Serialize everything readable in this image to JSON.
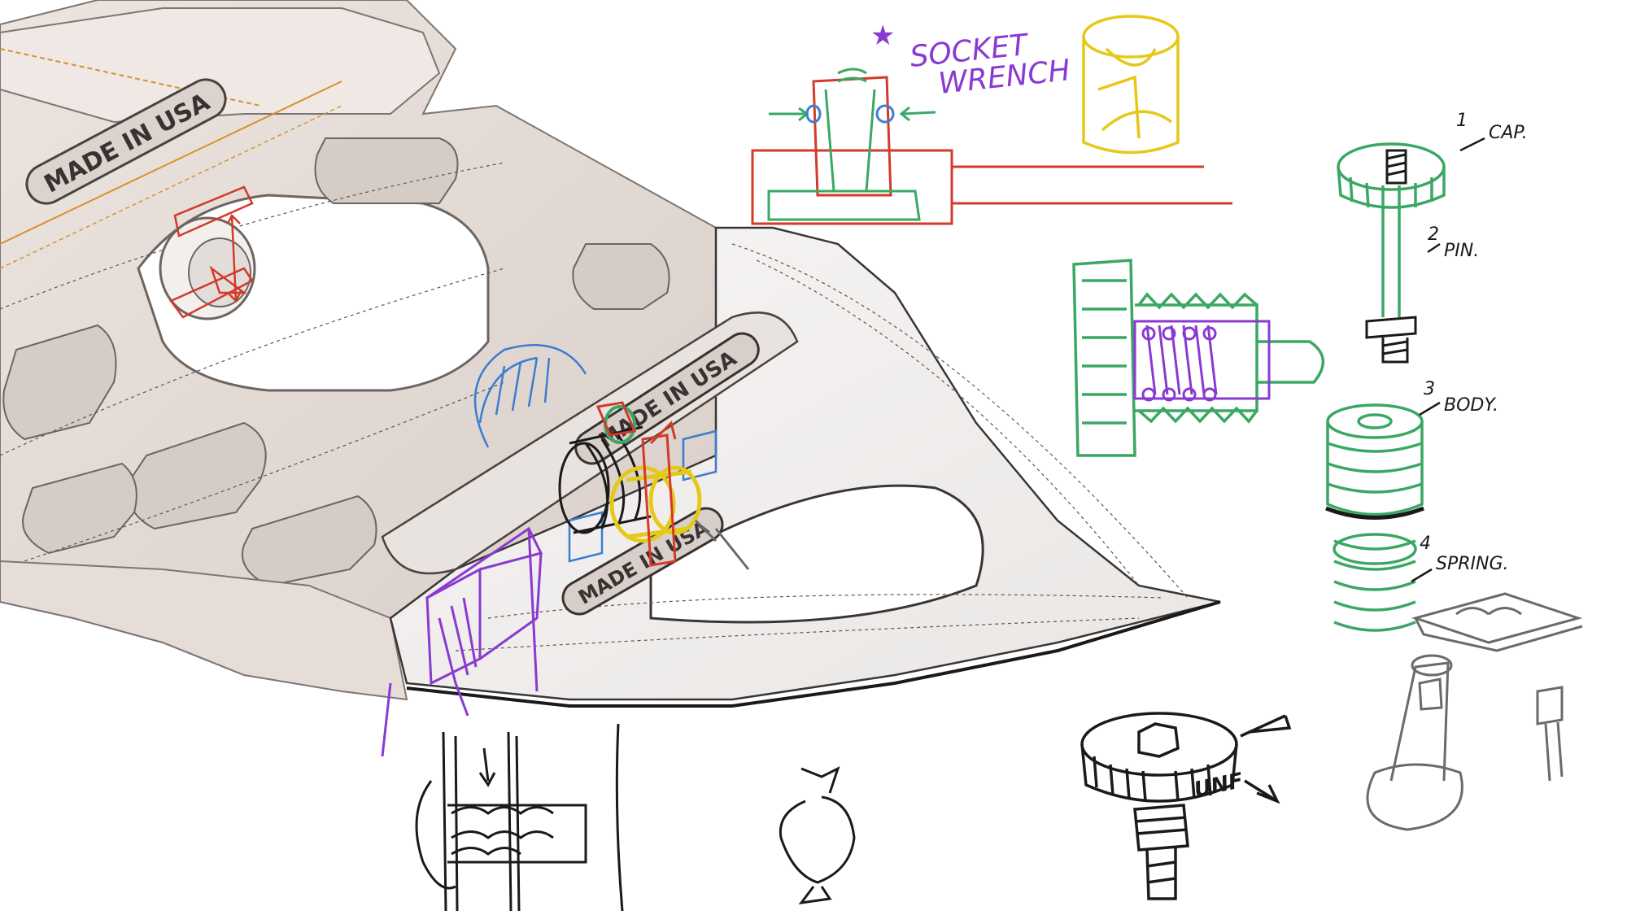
{
  "cad": {
    "engravings": [
      "MADE IN USA",
      "MADE IN USA",
      "MADE IN USA"
    ]
  },
  "sketch_labels": {
    "socket_wrench_line1": "SOCKET",
    "socket_wrench_line2": "WRENCH",
    "star": "★"
  },
  "parts": [
    {
      "number": "1",
      "name": "CAP."
    },
    {
      "number": "2",
      "name": "PIN."
    },
    {
      "number": "3",
      "name": "BODY."
    },
    {
      "number": "4",
      "name": "SPRING."
    }
  ],
  "stamp": "UNF",
  "colors": {
    "red": "#d23a2a",
    "green": "#3aa864",
    "purple": "#8a3ad0",
    "blue": "#3a7ed0",
    "yellow": "#e6c818",
    "black": "#1a1a1a",
    "gray": "#6a6a6a",
    "orange": "#d8902a"
  }
}
